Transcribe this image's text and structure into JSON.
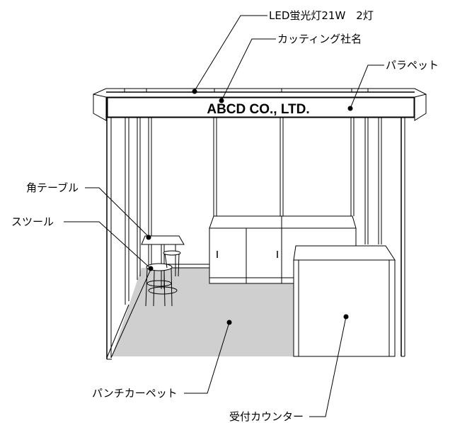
{
  "labels": {
    "led": "LED蛍光灯21W　2灯",
    "cutting": "カッティング社名",
    "parapet": "パラペット",
    "table": "角テーブル",
    "stool": "スツール",
    "carpet": "パンチカーペット",
    "counter": "受付カウンター"
  },
  "fascia_text": "ABCD CO., LTD.",
  "colors": {
    "floor": "#cfcfcf",
    "line": "#000000",
    "panel": "#ffffff"
  }
}
